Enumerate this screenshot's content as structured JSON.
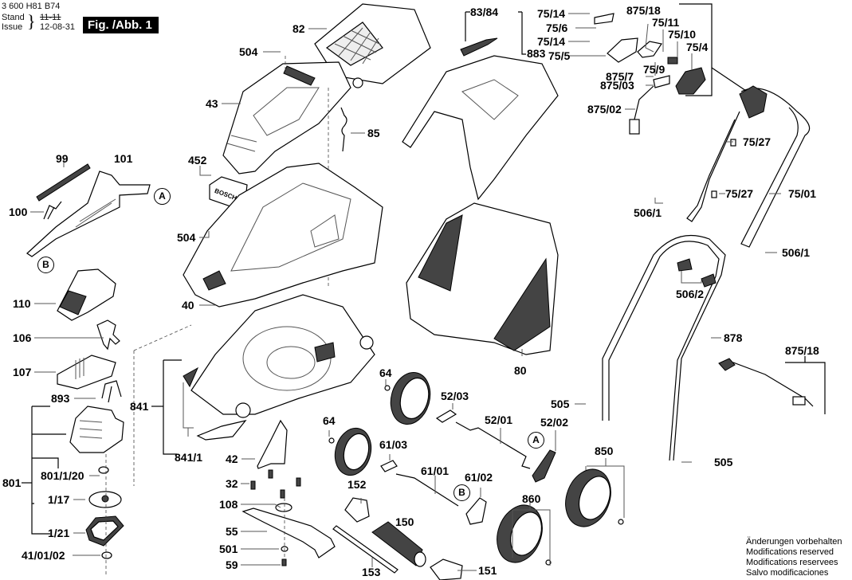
{
  "header": {
    "doc_number": "3 600 H81 B74",
    "stand_label": "Stand",
    "issue_label": "Issue",
    "stand_value": "11-11",
    "issue_value": "12-08-31",
    "figure_badge": "Fig. /Abb. 1"
  },
  "notice": [
    "Änderungen vorbehalten",
    "Modifications reserved",
    "Modifications reservees",
    "Salvo modificaciones"
  ],
  "reference_markers": {
    "A": "A",
    "B": "B"
  },
  "parts": {
    "p82": "82",
    "p504_top": "504",
    "p43": "43",
    "p85": "85",
    "p452": "452",
    "p504_mid": "504",
    "p40": "40",
    "p99": "99",
    "p101": "101",
    "p100": "100",
    "p110": "110",
    "p106": "106",
    "p107": "107",
    "p893": "893",
    "p801": "801",
    "p801_1_20": "801/1/20",
    "p1_17": "1/17",
    "p1_21": "1/21",
    "p41_01_02": "41/01/02",
    "p841": "841",
    "p841_1": "841/1",
    "p42": "42",
    "p32": "32",
    "p108": "108",
    "p55": "55",
    "p501": "501",
    "p59": "59",
    "p153": "153",
    "p152": "152",
    "p150": "150",
    "p151": "151",
    "p64_a": "64",
    "p64_b": "64",
    "p61_03": "61/03",
    "p61_01": "61/01",
    "p61_02": "61/02",
    "p52_03": "52/03",
    "p52_01": "52/01",
    "p52_02": "52/02",
    "p860": "860",
    "p850": "850",
    "p80": "80",
    "p83_84": "83/84",
    "p883": "883",
    "p75_14_a": "75/14",
    "p75_6": "75/6",
    "p75_14_b": "75/14",
    "p75_5": "75/5",
    "p875_18_top": "875/18",
    "p75_11": "75/11",
    "p75_10": "75/10",
    "p75_4": "75/4",
    "p75_9": "75/9",
    "p875_7": "875/7",
    "p875_03": "875/03",
    "p875_02": "875/02",
    "p75_27_a": "75/27",
    "p75_27_b": "75/27",
    "p75_01": "75/01",
    "p506_1_a": "506/1",
    "p506_1_b": "506/1",
    "p506_2": "506/2",
    "p878": "878",
    "p875_18_bot": "875/18",
    "p505_a": "505",
    "p505_b": "505"
  }
}
